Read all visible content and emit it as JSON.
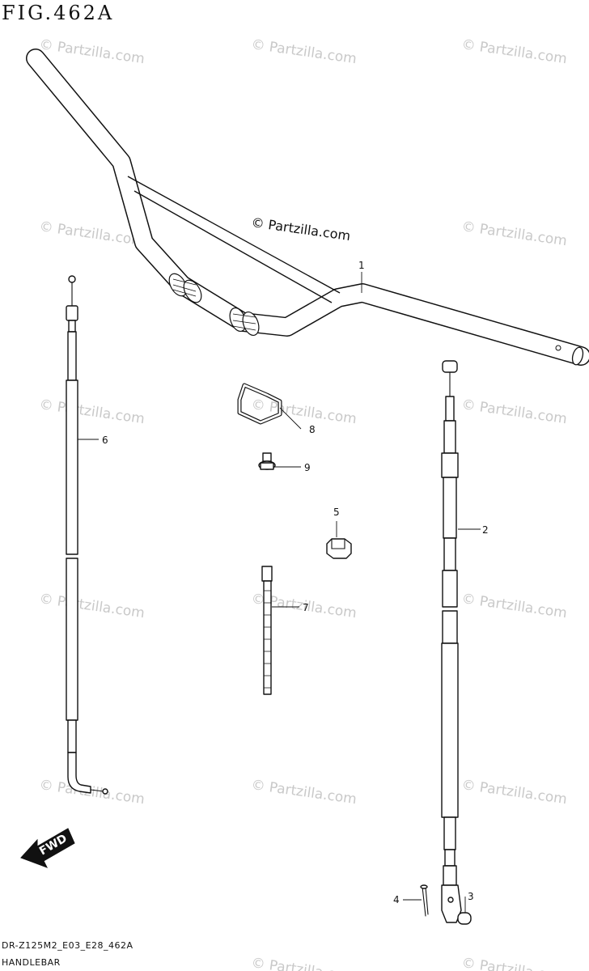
{
  "figure": {
    "title": "FIG.462A",
    "code": "DR-Z125M2_E03_E28_462A",
    "section": "HANDLEBAR"
  },
  "watermark": {
    "repeated_text": "© Partzilla.com",
    "main_text": "© Partzilla.com"
  },
  "direction_arrow": {
    "label": "FWD"
  },
  "callouts": [
    {
      "number": "1",
      "part": "handlebar"
    },
    {
      "number": "2",
      "part": "clutch-cable"
    },
    {
      "number": "3",
      "part": "cable-end-pin"
    },
    {
      "number": "4",
      "part": "cotter-pin"
    },
    {
      "number": "5",
      "part": "cable-clamp"
    },
    {
      "number": "6",
      "part": "throttle-cable"
    },
    {
      "number": "7",
      "part": "cable-tie"
    },
    {
      "number": "8",
      "part": "wire-clamp"
    },
    {
      "number": "9",
      "part": "bolt"
    }
  ]
}
